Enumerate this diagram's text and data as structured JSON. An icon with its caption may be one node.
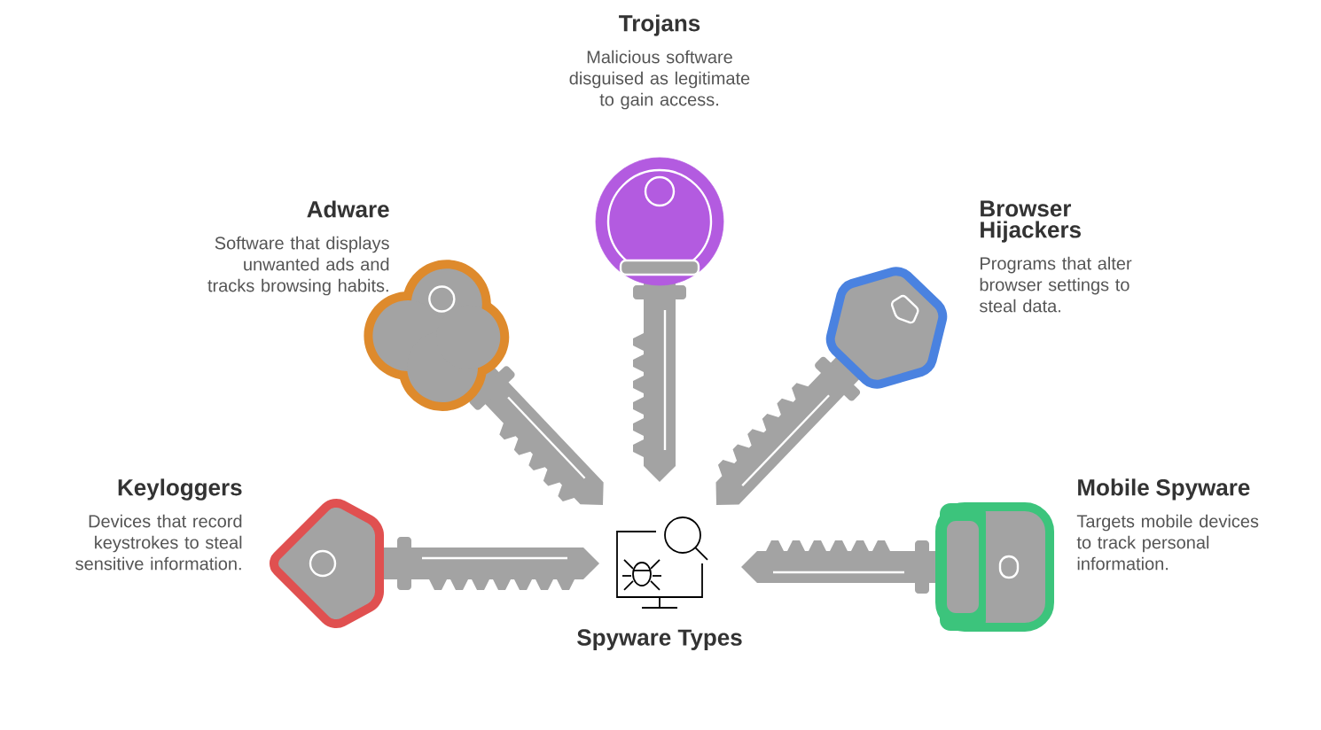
{
  "diagram": {
    "title": "Spyware Types",
    "nodes": [
      {
        "text": [
          "Trojans",
          "Malicious software disguised as legitimate to gain access."
        ]
      },
      {
        "text": [
          "Adware",
          "Software that displays unwanted ads and tracks browsing habits."
        ]
      },
      {
        "text": [
          "Browser Hijackers",
          "Programs that alter browser settings to steal data."
        ]
      },
      {
        "text": [
          "Keyloggers",
          "Devices that record keystrokes to steal sensitive information."
        ]
      },
      {
        "text": [
          "Mobile Spyware",
          "Targets mobile devices to track personal information."
        ]
      }
    ]
  }
}
